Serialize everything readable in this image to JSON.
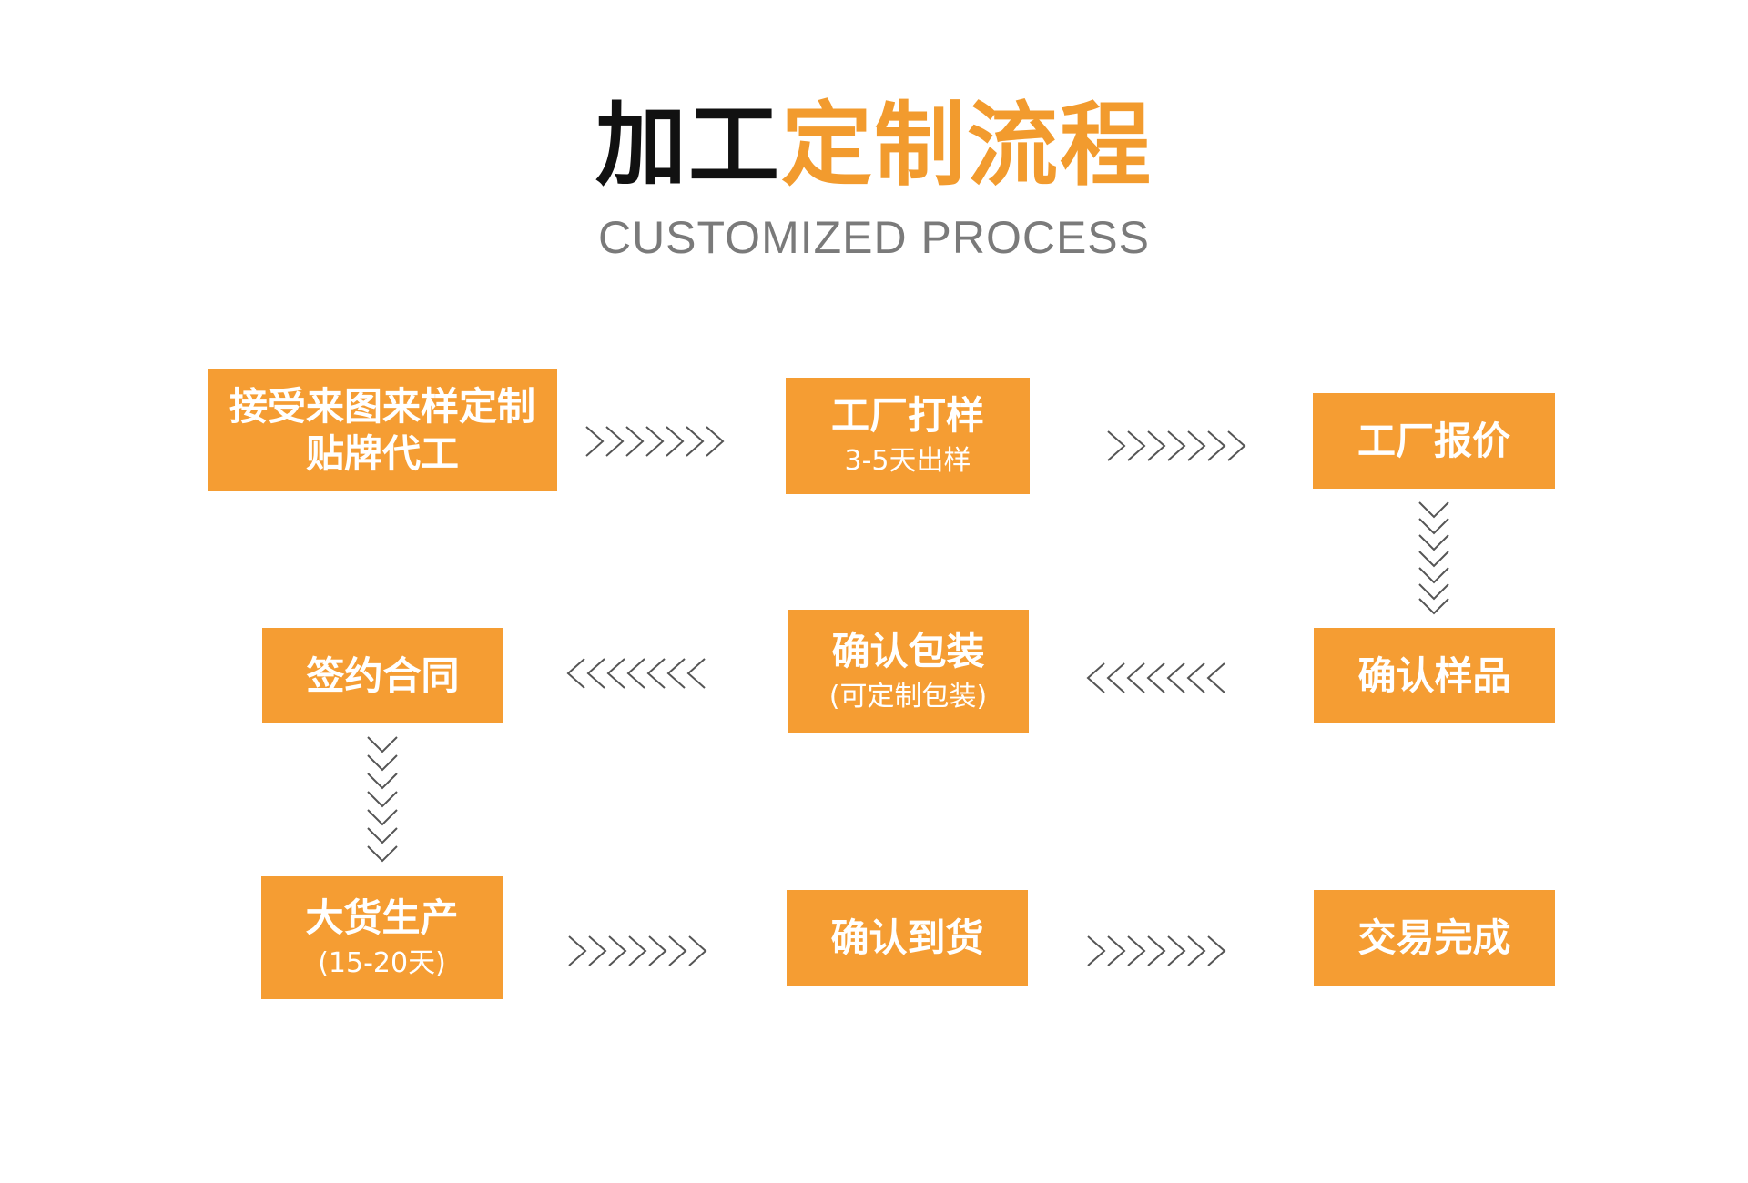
{
  "header": {
    "title_black": "加工",
    "title_orange": "定制流程",
    "subtitle": "CUSTOMIZED PROCESS"
  },
  "colors": {
    "accent": "#f59d33",
    "title_orange": "#f29b2e",
    "arrow": "#555555"
  },
  "steps": [
    {
      "main1": "接受来图来样定制",
      "main2": "贴牌代工"
    },
    {
      "main": "工厂打样",
      "sub": "3-5天出样"
    },
    {
      "main": "工厂报价"
    },
    {
      "main": "确认样品"
    },
    {
      "main": "确认包装",
      "sub": "(可定制包装)"
    },
    {
      "main": "签约合同"
    },
    {
      "main": "大货生产",
      "sub": "(15-20天)"
    },
    {
      "main": "确认到货"
    },
    {
      "main": "交易完成"
    }
  ],
  "arrow_icons": [
    {
      "direction": "right"
    },
    {
      "direction": "right"
    },
    {
      "direction": "down"
    },
    {
      "direction": "left"
    },
    {
      "direction": "left"
    },
    {
      "direction": "down"
    },
    {
      "direction": "right"
    },
    {
      "direction": "right"
    }
  ]
}
